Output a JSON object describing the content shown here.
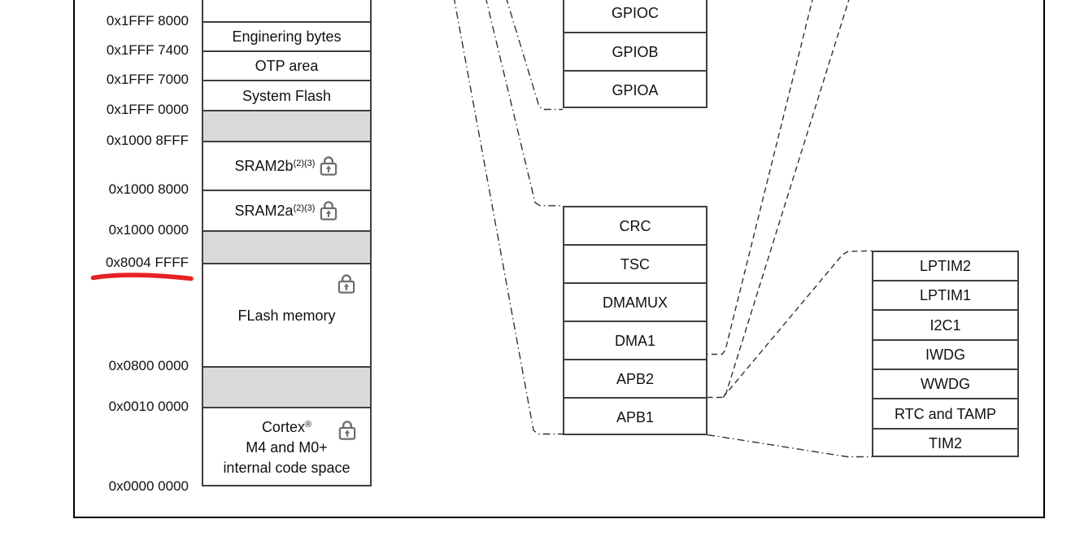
{
  "colors": {
    "reserved_block_fill": "#d9d9d9",
    "box_border": "#3f3f3f",
    "frame_border": "#000000",
    "annotation_red": "#e62222",
    "lock_gray": "#6e6e6e"
  },
  "memory_map": {
    "addresses": [
      "0x1FFF 8000",
      "0x1FFF 7400",
      "0x1FFF 7000",
      "0x1FFF 0000",
      "0x1000 8FFF",
      "0x1000 8000",
      "0x1000 0000",
      "0x8004 FFFF",
      "0x0800 0000",
      "0x0010 0000",
      "0x0000 0000"
    ],
    "blocks": {
      "engineering_bytes": "Enginering bytes",
      "otp_area": "OTP area",
      "system_flash": "System Flash",
      "sram2b_label": "SRAM2b",
      "sram2b_superscript": "(2)(3)",
      "sram2a_label": "SRAM2a",
      "sram2a_superscript": "(2)(3)",
      "flash_label": "FLash memory",
      "cortex_line1": "Cortex",
      "cortex_registered_mark": "®",
      "cortex_line2": "M4 and M0+",
      "cortex_line3": "internal code space"
    },
    "annotation": {
      "type": "hand-drawn red underline",
      "target_address": "0x8004 FFFF"
    }
  },
  "gpio_stack": {
    "items": [
      "GPIOC",
      "GPIOB",
      "GPIOA"
    ]
  },
  "ahb_stack": {
    "items": [
      "CRC",
      "TSC",
      "DMAMUX",
      "DMA1",
      "APB2",
      "APB1"
    ]
  },
  "apb1_stack": {
    "items": [
      "LPTIM2",
      "LPTIM1",
      "I2C1",
      "IWDG",
      "WWDG",
      "RTC and TAMP",
      "TIM2"
    ]
  },
  "icons": {
    "lock": "secure-lock-icon"
  }
}
